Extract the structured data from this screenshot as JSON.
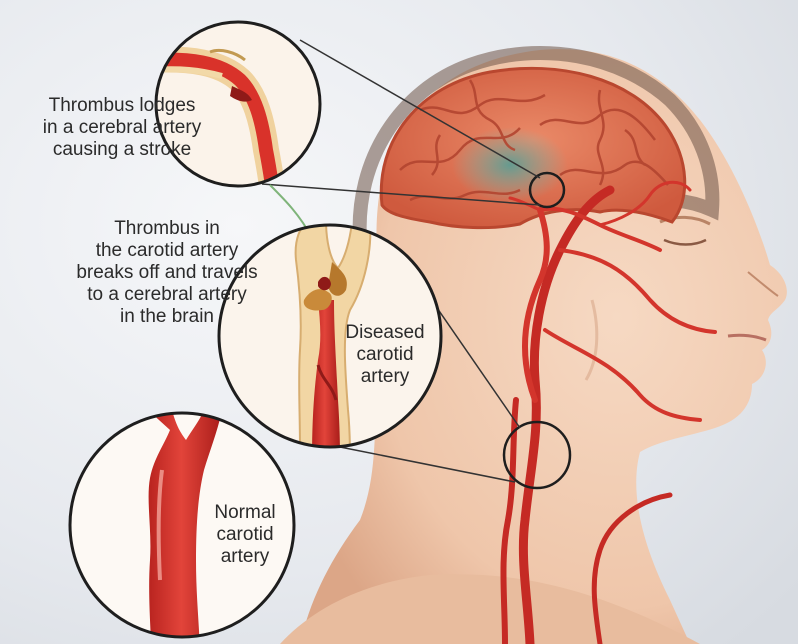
{
  "labels": {
    "thrombus_lodges": [
      "Thrombus lodges",
      "in a cerebral artery",
      "causing a stroke"
    ],
    "thrombus_travels": [
      "Thrombus in",
      "the carotid artery",
      "breaks off and travels",
      "to a cerebral artery",
      "in the brain"
    ],
    "diseased_carotid": [
      "Diseased",
      "carotid",
      "artery"
    ],
    "normal_carotid": [
      "Normal",
      "carotid",
      "artery"
    ]
  },
  "colors": {
    "background": "#e9ecf0",
    "skin": "#f1cdb4",
    "skin_shadow": "#d9a98a",
    "brain": "#e07a5a",
    "brain_fold": "#c4503a",
    "stroke_area": "#6fa79b",
    "artery": "#d6322a",
    "artery_dark": "#a61e1c",
    "plaque": "#d9a64b",
    "vessel_wall": "#f2d9a8",
    "circle_outline": "#1e1e1e",
    "text": "#2b2b2b"
  }
}
